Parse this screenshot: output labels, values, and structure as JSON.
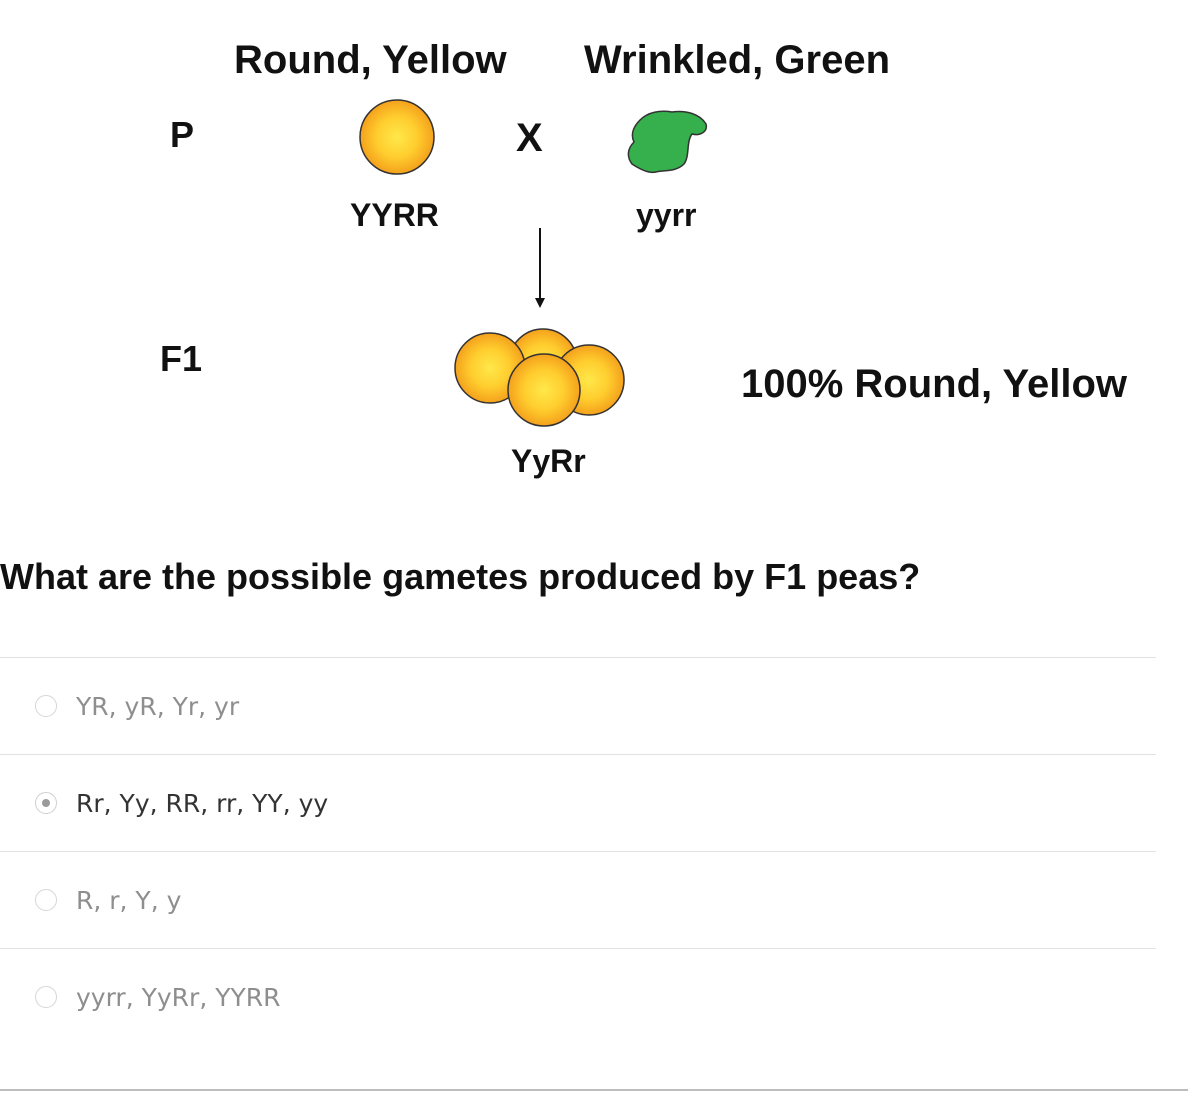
{
  "diagram": {
    "parent1_phenotype": "Round, Yellow",
    "parent2_phenotype": "Wrinkled, Green",
    "p_label": "P",
    "cross_symbol": "X",
    "parent1_genotype": "YYRR",
    "parent2_genotype": "yyrr",
    "f1_label": "F1",
    "f1_result": "100% Round, Yellow",
    "f1_genotype": "YyRr",
    "colors": {
      "yellow_pea": "#f7b021",
      "green_pea": "#35b04c"
    }
  },
  "question": {
    "text": "What are the possible gametes produced by F1 peas?"
  },
  "options": [
    {
      "label": "YR, yR, Yr, yr",
      "selected": false
    },
    {
      "label": "Rr, Yy, RR, rr, YY, yy",
      "selected": true
    },
    {
      "label": "R, r, Y, y",
      "selected": false
    },
    {
      "label": "yyrr, YyRr, YYRR",
      "selected": false
    }
  ]
}
